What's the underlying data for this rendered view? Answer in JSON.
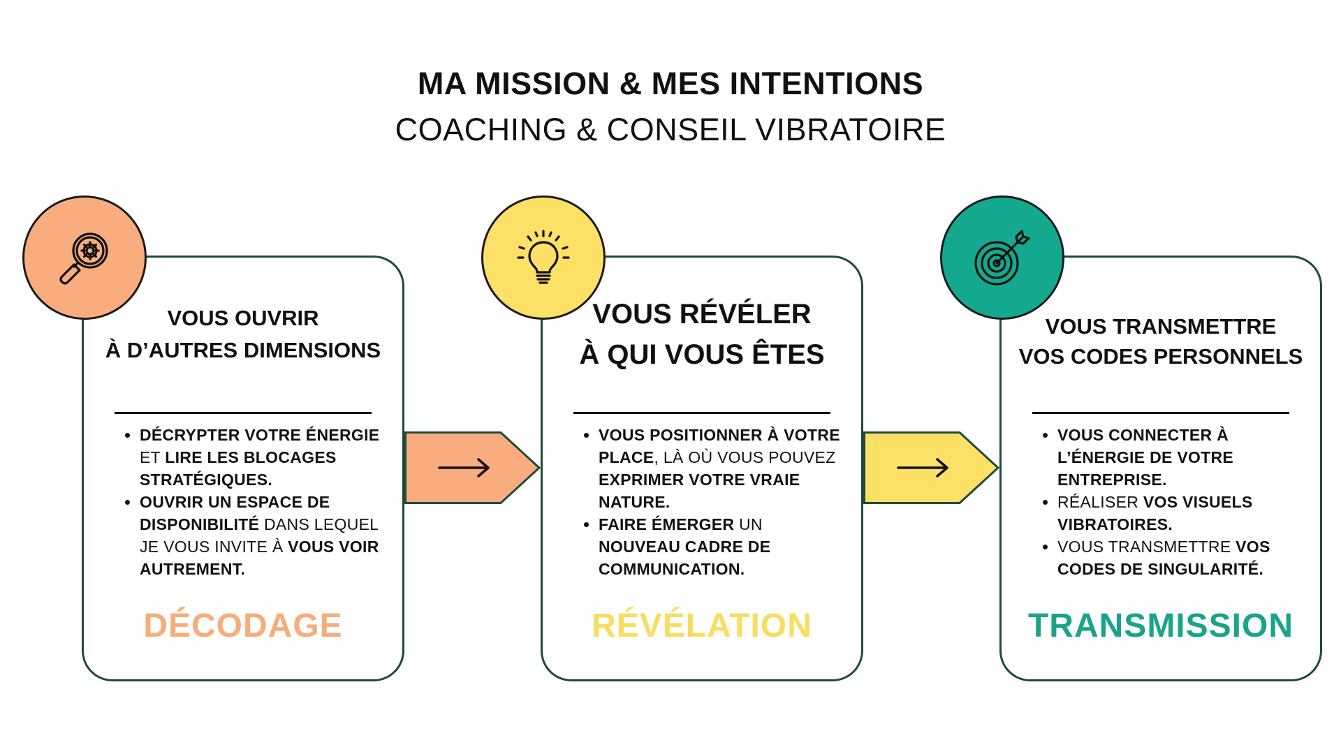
{
  "header": {
    "title": "MA MISSION & MES INTENTIONS",
    "subtitle": "COACHING & CONSEIL VIBRATOIRE"
  },
  "colors": {
    "border": "#1d4a3c",
    "orange": "#f9ad7e",
    "orange_text": "#f7ac7c",
    "yellow": "#fde066",
    "yellow_text": "#f8dd5f",
    "teal": "#14a98f",
    "teal_text": "#19a48a"
  },
  "steps": [
    {
      "icon": "magnifier-gear-icon",
      "heading_lines": [
        "VOUS OUVRIR",
        "À D’AUTRES DIMENSIONS"
      ],
      "label": "DÉCODAGE",
      "bullets": [
        [
          {
            "t": "DÉCRYPTER VOTRE ÉNERGIE",
            "b": true
          },
          {
            "t": " ET ",
            "b": false
          },
          {
            "t": "LIRE LES BLOCAGES STRATÉGIQUES.",
            "b": true
          }
        ],
        [
          {
            "t": "OUVRIR UN ESPACE DE DISPONIBILITÉ",
            "b": true
          },
          {
            "t": " DANS LEQUEL JE VOUS INVITE À ",
            "b": false
          },
          {
            "t": "VOUS VOIR AUTREMENT.",
            "b": true
          }
        ]
      ]
    },
    {
      "icon": "lightbulb-icon",
      "heading_lines": [
        "VOUS RÉVÉLER",
        "À QUI VOUS ÊTES"
      ],
      "label": "RÉVÉLATION",
      "bullets": [
        [
          {
            "t": "VOUS POSITIONNER À VOTRE PLACE",
            "b": true
          },
          {
            "t": ", LÀ OÙ VOUS POUVEZ ",
            "b": false
          },
          {
            "t": "EXPRIMER VOTRE VRAIE NATURE.",
            "b": true
          }
        ],
        [
          {
            "t": "FAIRE ÉMERGER",
            "b": true
          },
          {
            "t": " UN ",
            "b": false
          },
          {
            "t": "NOUVEAU CADRE DE COMMUNICATION.",
            "b": true
          }
        ]
      ]
    },
    {
      "icon": "target-arrow-icon",
      "heading_lines": [
        "VOUS TRANSMETTRE",
        "VOS CODES PERSONNELS"
      ],
      "label": "TRANSMISSION",
      "bullets": [
        [
          {
            "t": "VOUS CONNECTER À L’ÉNERGIE DE VOTRE ENTREPRISE.",
            "b": true
          }
        ],
        [
          {
            "t": "RÉALISER ",
            "b": false
          },
          {
            "t": "VOS VISUELS VIBRATOIRES.",
            "b": true
          }
        ],
        [
          {
            "t": "VOUS TRANSMETTRE ",
            "b": false
          },
          {
            "t": "VOS CODES DE SINGULARITÉ.",
            "b": true
          }
        ]
      ]
    }
  ],
  "arrows": [
    {
      "icon": "right-arrow-icon",
      "color": "#f9ad7e"
    },
    {
      "icon": "right-arrow-icon",
      "color": "#fde066"
    }
  ]
}
